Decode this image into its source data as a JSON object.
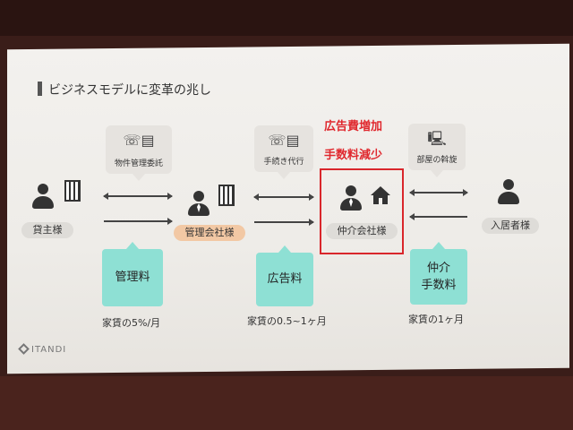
{
  "slide": {
    "title": "ビジネスモデルに変革の兆し",
    "logo_text": "ITANDI"
  },
  "actors": {
    "owner": "貸主様",
    "management_company": "管理会社様",
    "brokerage_company": "仲介会社様",
    "tenant": "入居者様"
  },
  "services": {
    "property_management": "物件管理委託",
    "procedure_agency": "手続き代行",
    "room_brokerage": "部屋の斡旋"
  },
  "fees": {
    "management_fee": "管理料",
    "advertising_fee": "広告料",
    "brokerage_fee_line1": "仲介",
    "brokerage_fee_line2": "手数料"
  },
  "notes": {
    "management_rate": "家賃の5%/月",
    "advertising_rate": "家賃の0.5~1ヶ月",
    "brokerage_rate": "家賃の1ヶ月"
  },
  "highlight": {
    "line1": "広告費増加",
    "line2": "手数料減少",
    "color": "#e0282e"
  },
  "colors": {
    "fee_bubble": "#8ee0d4",
    "management_pill": "#f2c8a4",
    "highlight_border": "#d9262b"
  }
}
